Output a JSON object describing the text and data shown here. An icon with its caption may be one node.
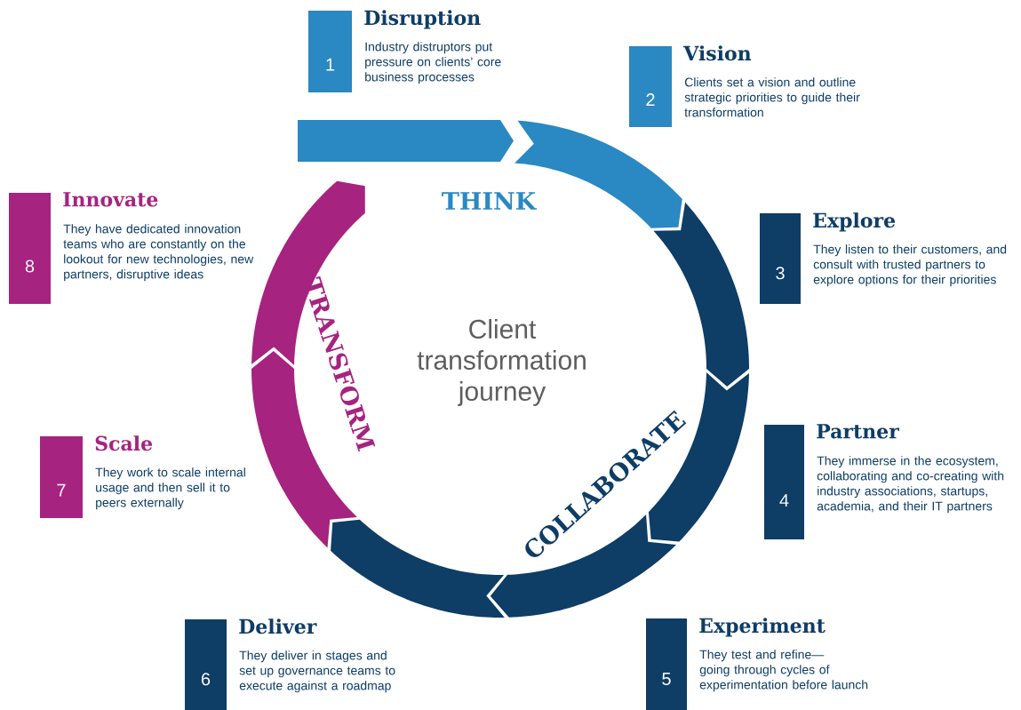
{
  "diagram": {
    "nodes": [
      {
        "text": [
          "1"
        ],
        "beside": [
          "Disruption",
          "Industry distruptors put pressure on clients’ core business processes"
        ]
      },
      {
        "text": [
          "2"
        ],
        "beside": [
          "Vision",
          "Clients set a vision and outline strategic priorities to guide their transformation"
        ]
      },
      {
        "text": [
          "3"
        ],
        "beside": [
          "Explore",
          "They listen to their customers, and consult with trusted partners to explore options for their priorities"
        ]
      },
      {
        "text": [
          "4"
        ],
        "beside": [
          "Partner",
          "They immerse in the ecosystem, collaborating and co-creating with industry associations, startups, academia, and their IT partners"
        ]
      },
      {
        "text": [
          "5"
        ],
        "beside": [
          "Experiment",
          "They test and refine—going through cycles of experimentation before launch"
        ]
      },
      {
        "text": [
          "6"
        ],
        "beside": [
          "Deliver",
          "They deliver in stages and set up governance teams to execute against a roadmap"
        ]
      },
      {
        "text": [
          "7"
        ],
        "beside": [
          "Scale",
          "They work to scale internal usage and then sell it to peers externally"
        ]
      },
      {
        "text": [
          "8"
        ],
        "beside": [
          "Innovate",
          "They have dedicated innovation teams who are constantly on the lookout for new technologies, new partners, disruptive ideas"
        ]
      }
    ],
    "labels": [
      "THINK",
      "TRANSFORM",
      "Client transformation journey",
      "COLLABORATE"
    ]
  }
}
